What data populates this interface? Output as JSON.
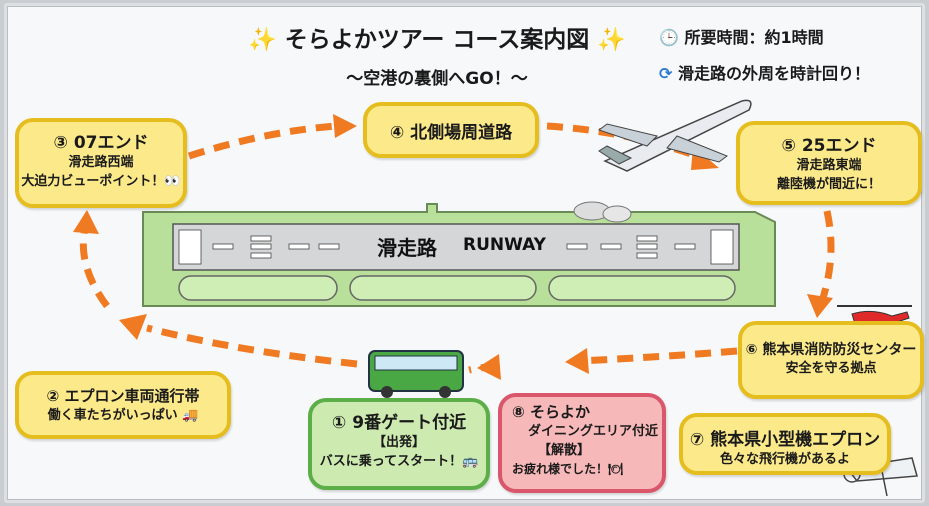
{
  "header": {
    "title": "そらよかツアー コース案内図",
    "subtitle": "〜空港の裏側へGO！〜",
    "duration": "所要時間：約1時間",
    "route": "滑走路の外周を時計回り！",
    "icons": [
      "sparkle-icon",
      "clock-icon",
      "clockwise-arrows-icon"
    ]
  },
  "runway": {
    "label_ja": "滑走路",
    "label_en": "RUNWAY"
  },
  "stops": [
    {
      "num": "①",
      "title": "9番ゲート付近",
      "sub1": "【出発】",
      "sub2": "バスに乗ってスタート！",
      "icon": "bus-icon"
    },
    {
      "num": "②",
      "title": "エプロン車両通行帯",
      "sub1": "働く車たちがいっぱい",
      "icon": "truck-icon"
    },
    {
      "num": "③",
      "title": "07エンド",
      "sub1": "滑走路西端",
      "sub2": "大迫力ビューポイント！",
      "icon": "eyes-icon"
    },
    {
      "num": "④",
      "title": "北側場周道路"
    },
    {
      "num": "⑤",
      "title": "25エンド",
      "sub1": "滑走路東端",
      "sub2": "離陸機が間近に！",
      "icon": "airplane-icon"
    },
    {
      "num": "⑥",
      "title": "熊本県消防防災センター",
      "sub1": "安全を守る拠点",
      "icon": "helicopter-icon"
    },
    {
      "num": "⑦",
      "title": "熊本県小型機エプロン",
      "sub1": "色々な飛行機があるよ",
      "icon": "small-plane-icon"
    },
    {
      "num": "⑧",
      "title": "そらよか",
      "sub1": "ダイニングエリア付近",
      "sub2": "【解散】",
      "sub3": "お疲れ様でした！",
      "icon": "dining-icon"
    }
  ],
  "colors": {
    "arrow": "#f07a22",
    "yellow_box": "#fbe98a",
    "green_box": "#cdeab0",
    "pink_box": "#f6b8b8",
    "runway_green": "#b9e09a",
    "runway_gray": "#d4d6d8"
  }
}
